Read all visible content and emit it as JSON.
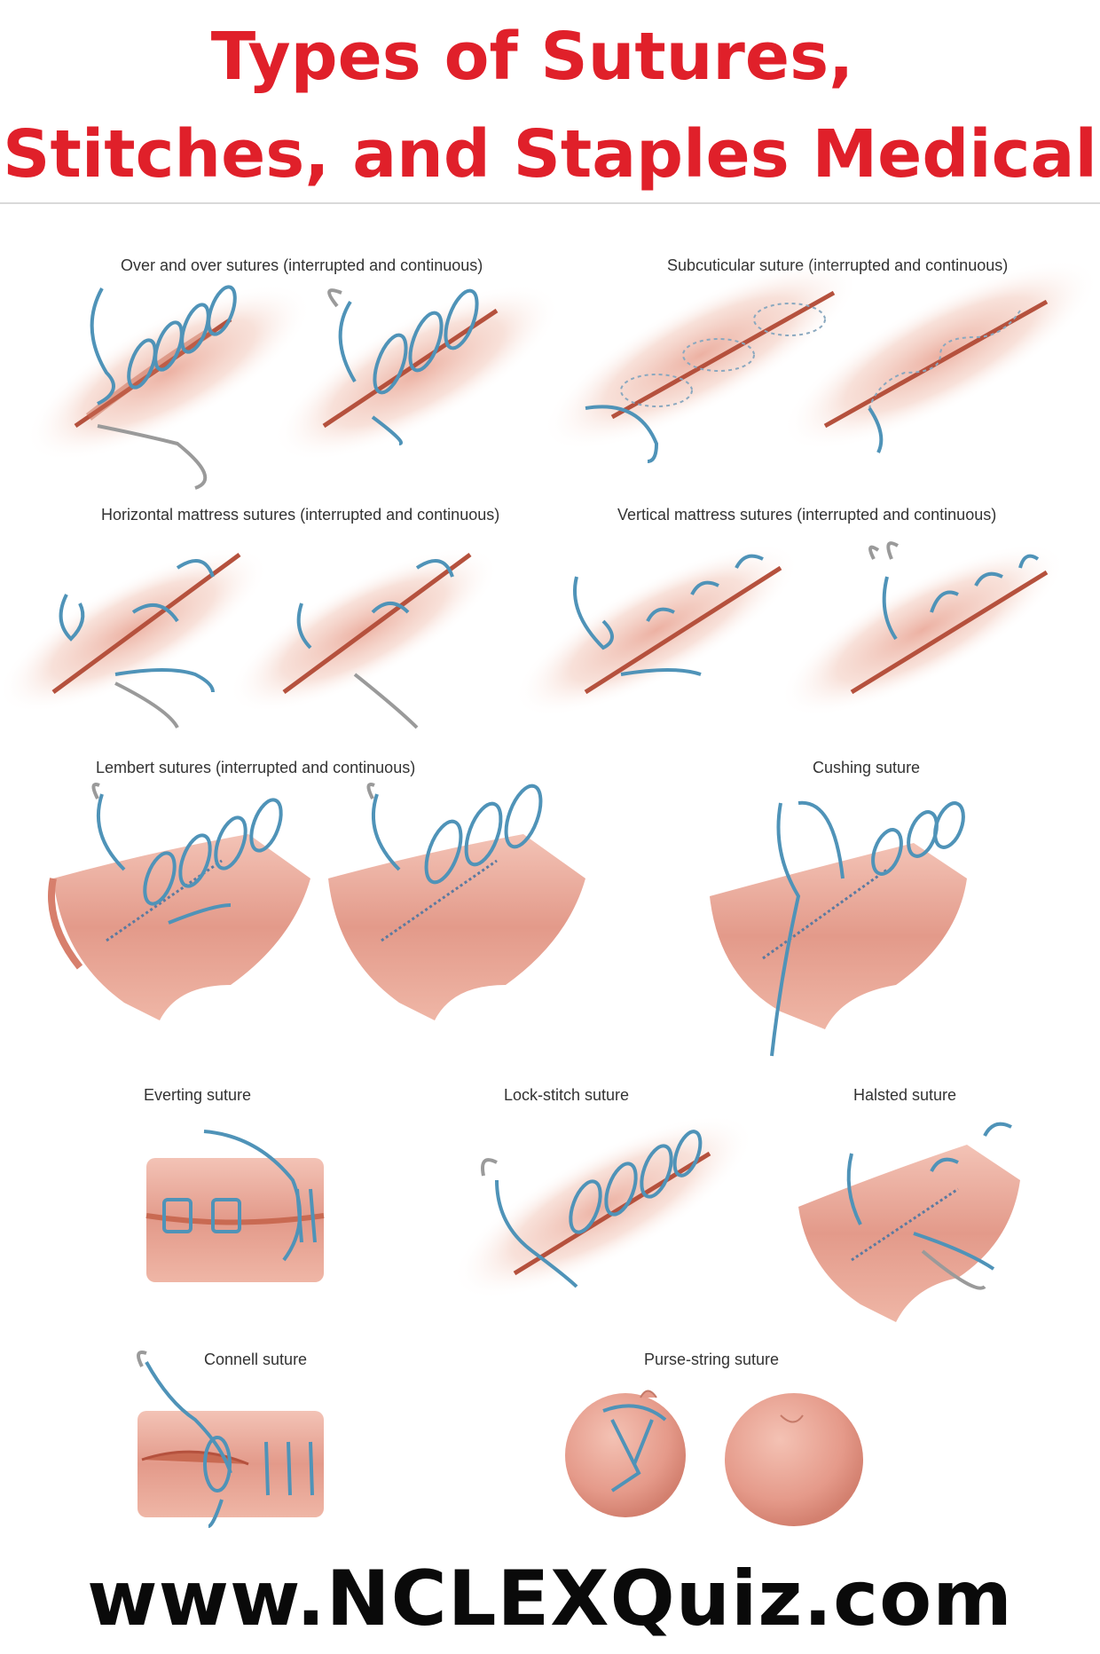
{
  "header": {
    "title_line1": "Types of Sutures,",
    "title_line2": "Stitches, and Staples Medical"
  },
  "panels": [
    {
      "label": "Over and over sutures (interrupted and continuous)"
    },
    {
      "label": "Subcuticular suture (interrupted and continuous)"
    },
    {
      "label": "Horizontal mattress sutures (interrupted and continuous)"
    },
    {
      "label": "Vertical mattress sutures (interrupted and continuous)"
    },
    {
      "label": "Lembert sutures (interrupted and continuous)"
    },
    {
      "label": "Cushing suture"
    },
    {
      "label": "Everting suture"
    },
    {
      "label": "Lock-stitch suture"
    },
    {
      "label": "Halsted suture"
    },
    {
      "label": "Connell suture"
    },
    {
      "label": "Purse-string suture"
    }
  ],
  "footer": {
    "url": "www.NCLEXQuiz.com"
  },
  "colors": {
    "title": "#e0202a",
    "suture": "#4f93b8",
    "tissue": "#e9a392",
    "needle": "#9a9a9a"
  }
}
